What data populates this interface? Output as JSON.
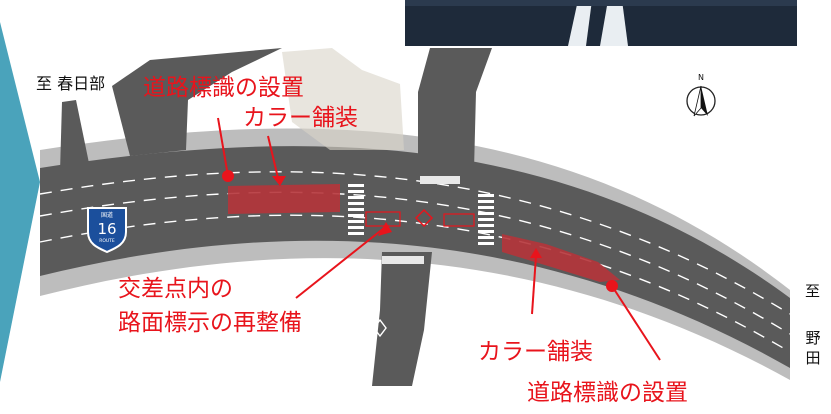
{
  "labels": {
    "direction_left": "至 春日部",
    "direction_right_top": "至",
    "direction_right_bottom": "野田",
    "sign_top": "道路標識の設置",
    "paving_top": "カラー舗装",
    "intersection_line1": "交差点内の",
    "intersection_line2": "路面標示の再整備",
    "paving_bottom": "カラー舗装",
    "sign_bottom": "道路標識の設置"
  },
  "route_shield": {
    "number": "16",
    "caption": "ROUTE",
    "kanji": "国道"
  },
  "compass": {
    "letter": "N"
  },
  "colors": {
    "road": "#5a5a5a",
    "road_light": "#8a8a8a",
    "shoulder": "#bdbdbd",
    "annotation": "#e8141c",
    "colored_pavement": "#b5343a",
    "arrow_panel": "#4aa3bb",
    "shield": "#1b4f9c",
    "photo": "#1e2a3a"
  }
}
